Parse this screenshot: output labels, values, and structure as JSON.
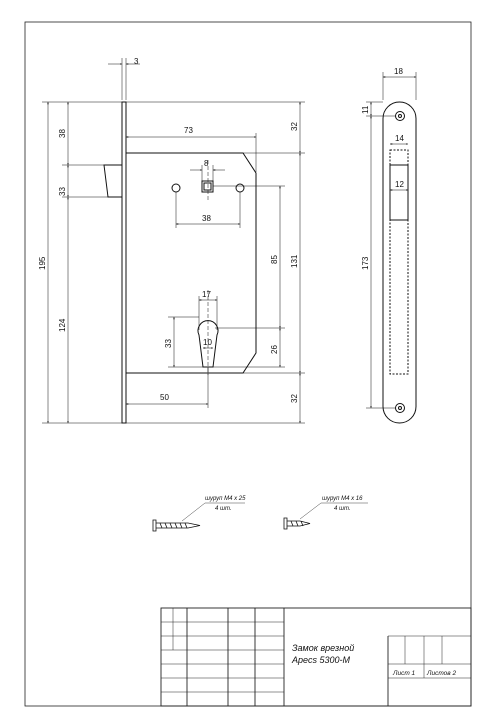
{
  "drawing": {
    "dims": {
      "d3": "3",
      "d73": "73",
      "d32_top": "32",
      "d38_left": "38",
      "d33_left": "33",
      "d195": "195",
      "d124": "124",
      "d8": "8",
      "d38_bottom": "38",
      "d85": "85",
      "d131": "131",
      "d17": "17",
      "d33_cyl": "33",
      "d10": "10",
      "d26": "26",
      "d50": "50",
      "d32_bottom": "32",
      "d18": "18",
      "d11": "11",
      "d14": "14",
      "d12": "12",
      "d173": "173"
    },
    "screws": [
      {
        "title": "шуруп М4 х 25",
        "qty": "4 шт."
      },
      {
        "title": "шуруп М4 х 16",
        "qty": "4 шт."
      }
    ]
  },
  "title_block": {
    "name_line1": "Замок врезной",
    "name_line2": "Apecs 5300-M",
    "sheet": "Лист 1",
    "sheets": "Листов 2"
  }
}
